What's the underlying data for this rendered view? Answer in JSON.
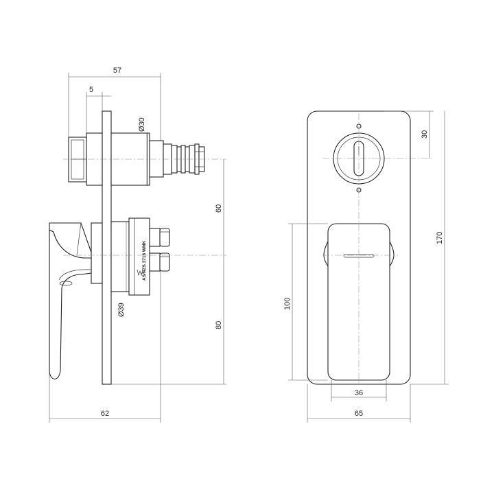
{
  "dimensions": {
    "overall_depth_top": "57",
    "plate_offset": "5",
    "cartridge_dia": "Ø30",
    "center_to_center": "60",
    "body_dia": "Ø39",
    "center_to_bottom": "80",
    "overall_depth_bottom": "62",
    "top_to_diverter": "30",
    "overall_height": "170",
    "lever_height": "100",
    "lever_width": "36",
    "plate_width": "65"
  },
  "marking": "AS/NZS 3718 WMK"
}
